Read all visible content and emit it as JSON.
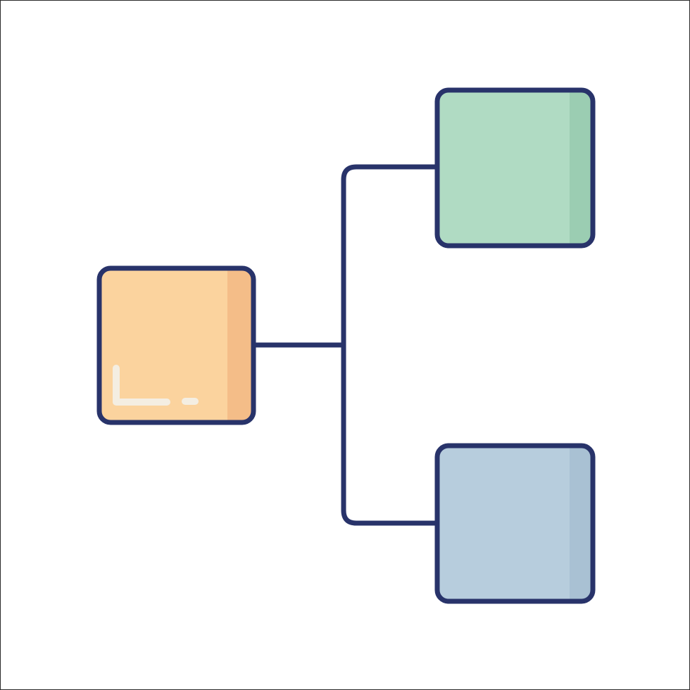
{
  "diagram": {
    "kind": "hierarchy",
    "nodes": [
      {
        "id": "root",
        "role": "parent",
        "fill": "#fbd39e",
        "shade": "#f4bd88"
      },
      {
        "id": "child-top",
        "role": "child",
        "fill": "#b0dbc3",
        "shade": "#9bcdb2"
      },
      {
        "id": "child-bottom",
        "role": "child",
        "fill": "#b7cddd",
        "shade": "#a9c1d3"
      }
    ],
    "edges": [
      {
        "from": "root",
        "to": "child-top"
      },
      {
        "from": "root",
        "to": "child-bottom"
      }
    ],
    "colors": {
      "stroke": "#28336a",
      "highlight": "#f4eee2",
      "background": "#ffffff",
      "frame": "#2a2a2a"
    }
  }
}
